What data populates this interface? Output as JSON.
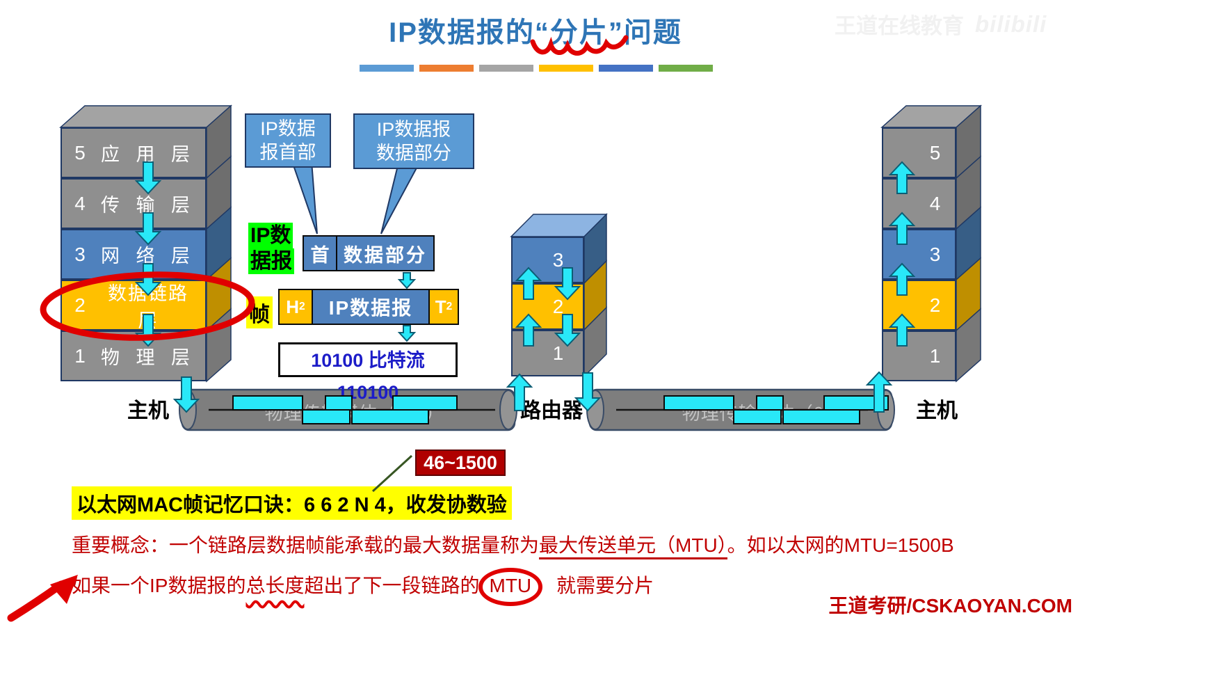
{
  "title": "IP数据报的“分片”问题",
  "watermark": {
    "channel": "王道在线教育",
    "logo": "bilibili"
  },
  "accent_bars": [
    "#5B9BD5",
    "#ED7D31",
    "#A5A5A5",
    "#FFC000",
    "#4472C4",
    "#70AD47"
  ],
  "left_stack": {
    "host_label": "主机",
    "layers": [
      {
        "num": "5",
        "label": "应 用 层"
      },
      {
        "num": "4",
        "label": "传 输 层"
      },
      {
        "num": "3",
        "label": "网 络 层"
      },
      {
        "num": "2",
        "label": "数据链路层"
      },
      {
        "num": "1",
        "label": "物 理 层"
      }
    ]
  },
  "router": {
    "label": "路由器",
    "layers": [
      "3",
      "2",
      "1"
    ]
  },
  "right_stack": {
    "host_label": "主机",
    "layers": [
      "5",
      "4",
      "3",
      "2",
      "1"
    ]
  },
  "callout_header": {
    "line1": "IP数据",
    "line2": "报首部"
  },
  "callout_data": {
    "line1": "IP数据报",
    "line2": "数据部分"
  },
  "datagram": {
    "label_line1": "IP数",
    "label_line2": "据报",
    "header_cell": "首",
    "data_cell": "数据部分"
  },
  "frame": {
    "label": "帧",
    "h": "H",
    "h_sub": "2",
    "body": "IP数据报",
    "t": "T",
    "t_sub": "2"
  },
  "bitstream": "10100 比特流 110100",
  "media_label": "物理传输媒体（0层）",
  "mtu_range": "46~1500",
  "mnemonic": "以太网MAC帧记忆口诀：6 6 2 N 4，收发协数验",
  "concept_line": {
    "prefix": "重要概念：一个链路层数据帧能承载的最大数据量称为",
    "underlined": "最大传送单元（MTU）",
    "suffix": "。如以太网的MTU=1500B"
  },
  "fragment_line": {
    "p1": "如果一个IP数据报的",
    "p2": "总长度",
    "p3": "超出了下一段链路的",
    "p4": "MTU",
    "p5": "就需要分片"
  },
  "brand": "王道考研/CSKAOYAN.COM",
  "colors": {
    "title_blue": "#2E75B6",
    "layer_gray": "#8F8F8F",
    "layer_blue": "#4F81BD",
    "layer_orange": "#FFC000",
    "cyan_arrow": "#29E8F8",
    "annotation_red": "#E00000",
    "text_red": "#C00000",
    "range_box_red": "#B00000",
    "highlight_yellow": "#FFFF00",
    "highlight_green": "#00FF00",
    "pipe_gray": "#7E7E7E"
  }
}
